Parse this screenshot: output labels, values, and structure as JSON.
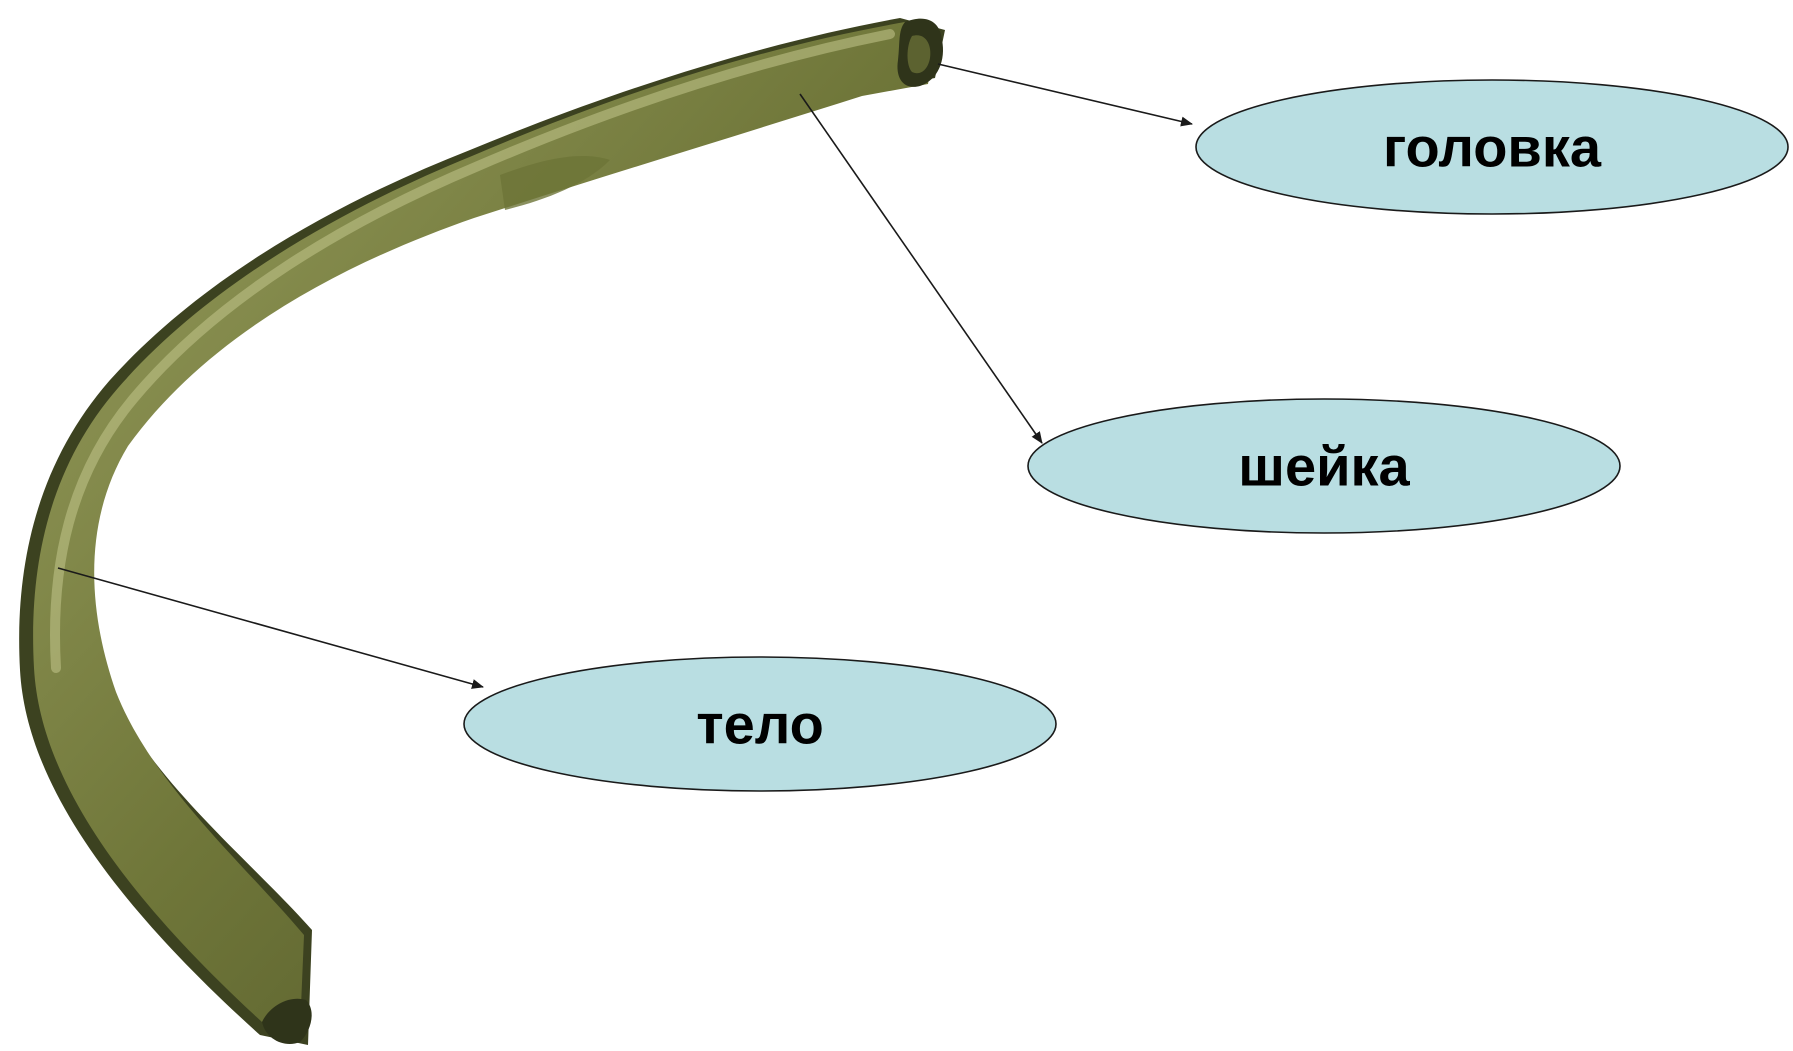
{
  "diagram": {
    "labels": {
      "head": "головка",
      "neck": "шейка",
      "body": "тело"
    },
    "colors": {
      "background": "#ffffff",
      "ellipse_fill": "#b9dee2",
      "bone_dark": "#3c4220",
      "bone_mid": "#7d8446",
      "bone_light": "#b7bb80",
      "line": "#1a1a1a"
    }
  }
}
